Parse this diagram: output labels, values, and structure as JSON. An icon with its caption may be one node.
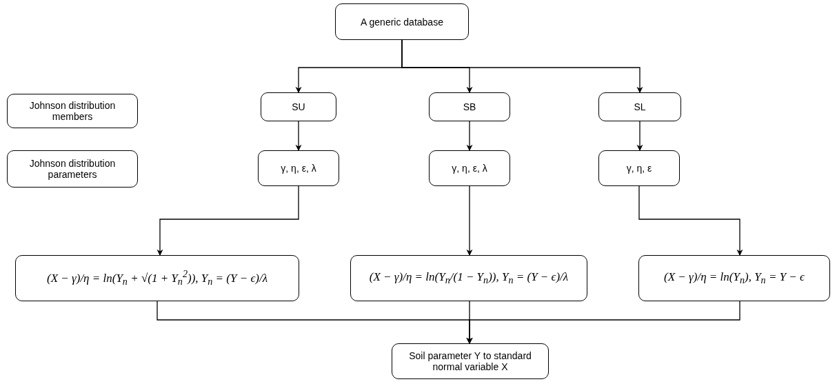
{
  "diagram": {
    "nodes": [
      {
        "text": [
          "A generic database"
        ]
      },
      {
        "text": [
          "Johnson distribution members"
        ]
      },
      {
        "text": [
          "SU"
        ]
      },
      {
        "text": [
          "SB"
        ]
      },
      {
        "text": [
          "SL"
        ]
      },
      {
        "text": [
          "Johnson distribution parameters"
        ]
      },
      {
        "text": [
          "γ, η, ε, λ"
        ]
      },
      {
        "text": [
          "γ, η, ε, λ"
        ]
      },
      {
        "text": [
          "γ, η, ε"
        ]
      },
      {
        "text": [
          "(X − γ)/η = ln(Y$_{n}$ + √(1 + Y$_{n}$$^{2}$)), Y$_{n}$ = (Y − ϵ)/λ"
        ]
      },
      {
        "text": [
          "(X − γ)/η = ln(Y$_{n}$/(1 − Y$_{n}$)), Y$_{n}$ = (Y − ϵ)/λ"
        ]
      },
      {
        "text": [
          "(X − γ)/η = ln(Y$_{n}$), Y$_{n}$ = Y − ϵ"
        ]
      },
      {
        "text": [
          "Soil parameter Y to standard normal variable X"
        ]
      }
    ],
    "edges": [
      {
        "from": 0,
        "to": 2,
        "arrow": "to"
      },
      {
        "from": 0,
        "to": 3,
        "arrow": "to"
      },
      {
        "from": 0,
        "to": 4,
        "arrow": "to"
      },
      {
        "from": 2,
        "to": 6,
        "arrow": "to"
      },
      {
        "from": 3,
        "to": 7,
        "arrow": "to"
      },
      {
        "from": 4,
        "to": 8,
        "arrow": "to"
      },
      {
        "from": 6,
        "to": 9,
        "arrow": "to"
      },
      {
        "from": 7,
        "to": 10,
        "arrow": "to"
      },
      {
        "from": 8,
        "to": 11,
        "arrow": "to"
      },
      {
        "from": 9,
        "to": 12,
        "arrow": "to"
      },
      {
        "from": 10,
        "to": 12,
        "arrow": "to"
      },
      {
        "from": 11,
        "to": 12,
        "arrow": "to"
      }
    ]
  }
}
